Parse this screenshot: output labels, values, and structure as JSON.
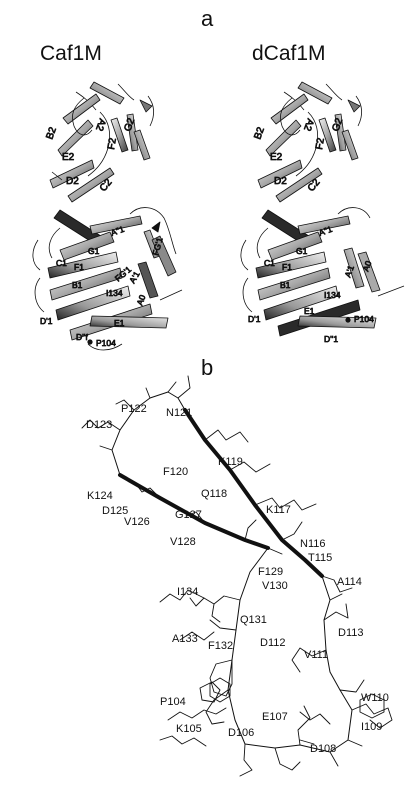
{
  "panels": {
    "a": "a",
    "b": "b"
  },
  "structures": {
    "left_title": "Caf1M",
    "right_title": "dCaf1M",
    "left_labels": {
      "B2": "B2",
      "A2": "A2",
      "F2": "F2",
      "G2": "G2",
      "E2": "E2",
      "D2": "D2",
      "C2": "C2",
      "A1a": "A''1",
      "FG1": "FG'1",
      "G1": "G1",
      "C1": "C1",
      "F1": "F1",
      "B1": "B1",
      "FG1b": "FG'1",
      "A1": "A'1",
      "I134": "I134",
      "A0": "A0",
      "D1": "D'1",
      "E1": "E1",
      "Df": "D''f",
      "P104": "P104"
    },
    "right_labels": {
      "B2": "B2",
      "A2": "A2",
      "F2": "F2",
      "G2": "G2",
      "E2": "E2",
      "D2": "D2",
      "C2": "C2",
      "A1a": "A''1",
      "G1": "G1",
      "C1": "C1",
      "F1": "F1",
      "B1": "B1",
      "A1": "A'1",
      "A0": "A0",
      "I134": "I134",
      "D1": "D'1",
      "E1": "E1",
      "P104": "P104",
      "D1b": "D''1"
    }
  },
  "residues": {
    "P122": "P122",
    "N121": "N121",
    "D123": "D123",
    "K119": "K119",
    "F120": "F120",
    "Q118": "Q118",
    "K117": "K117",
    "K124": "K124",
    "D125": "D125",
    "V126": "V126",
    "G127": "G127",
    "N116": "N116",
    "V128": "V128",
    "T115": "T115",
    "F129": "F129",
    "V130": "V130",
    "A114": "A114",
    "I134": "I134",
    "Q131": "Q131",
    "D113": "D113",
    "D112": "D112",
    "A133": "A133",
    "F132": "F132",
    "V111": "V111",
    "P104": "P104",
    "W110": "W110",
    "E107": "E107",
    "K105": "K105",
    "D106": "D106",
    "I109": "I109",
    "D108": "D108"
  },
  "colors": {
    "ink": "#111111",
    "ribbon_light": "#e8e8e8",
    "ribbon_mid": "#a8a8a8",
    "ribbon_dark": "#2a2a2a"
  }
}
